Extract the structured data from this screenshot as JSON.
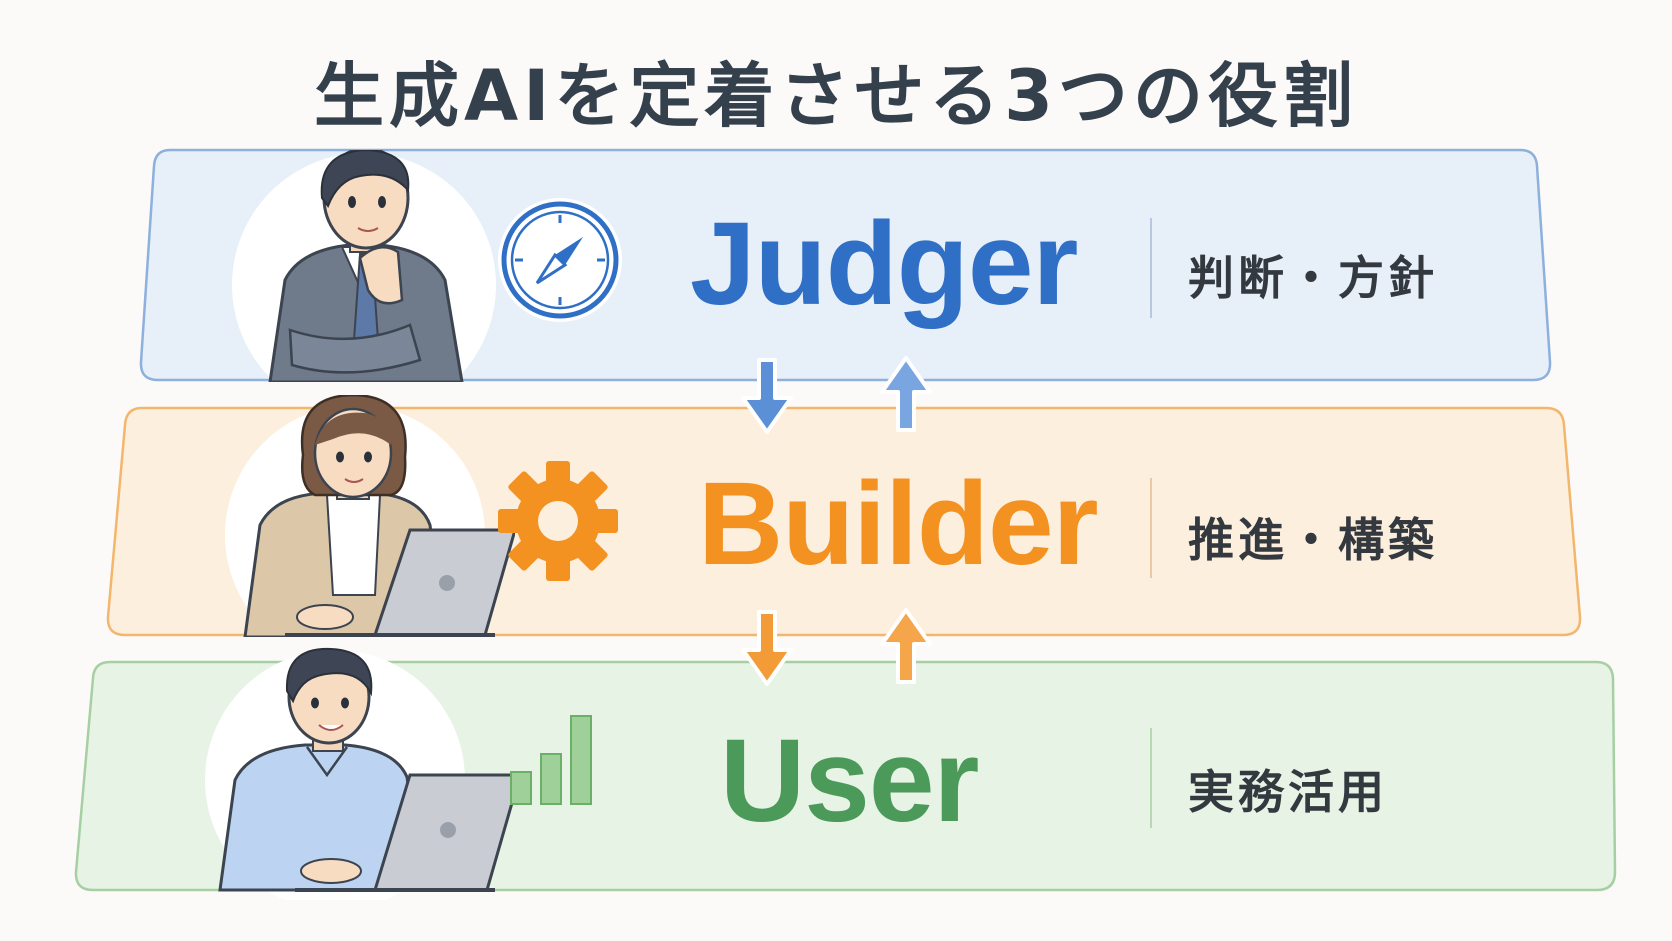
{
  "title": "生成AIを定着させる3つの役割",
  "colors": {
    "judger": "#2f6fc6",
    "builder": "#f39121",
    "user": "#4b9a5a",
    "title": "#35404d"
  },
  "tiers": [
    {
      "key": "judger",
      "name": "Judger",
      "description": "判断・方針",
      "icon": "compass-icon"
    },
    {
      "key": "builder",
      "name": "Builder",
      "description": "推進・構築",
      "icon": "gear-icon"
    },
    {
      "key": "user",
      "name": "User",
      "description": "実務活用",
      "icon": "bar-chart-icon"
    }
  ],
  "flow_arrows": [
    {
      "between": [
        "Judger",
        "Builder"
      ],
      "directions": [
        "down",
        "up"
      ]
    },
    {
      "between": [
        "Builder",
        "User"
      ],
      "directions": [
        "down",
        "up"
      ]
    }
  ]
}
